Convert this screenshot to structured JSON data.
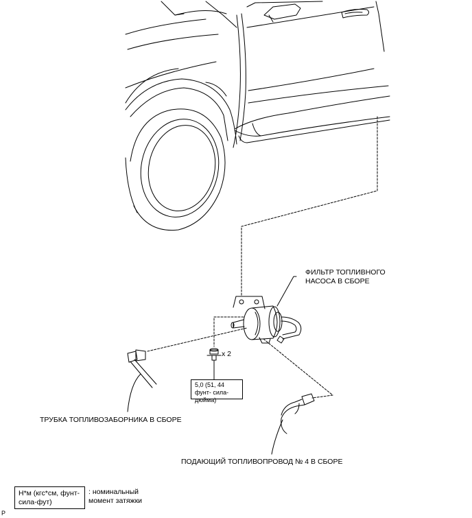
{
  "labels": {
    "filter": "ФИЛЬТР ТОПЛИВНОГО\nНАСОСА В СБОРЕ",
    "suction_tube": "ТРУБКА ТОПЛИВОЗАБОРНИКА В СБОРЕ",
    "fuel_line": "ПОДАЮЩИЙ ТОПЛИВОПРОВОД № 4 В СБОРЕ",
    "bolt_qty": "x 2"
  },
  "torque": {
    "value": "5,0 (51, 44 фунт-\nсила-дюйма)"
  },
  "legend": {
    "box_text": "Н*м (кгс*см, фунт-\nсила-фут)",
    "description": ": номинальный\nмомент затяжки"
  },
  "corner_mark": "P"
}
